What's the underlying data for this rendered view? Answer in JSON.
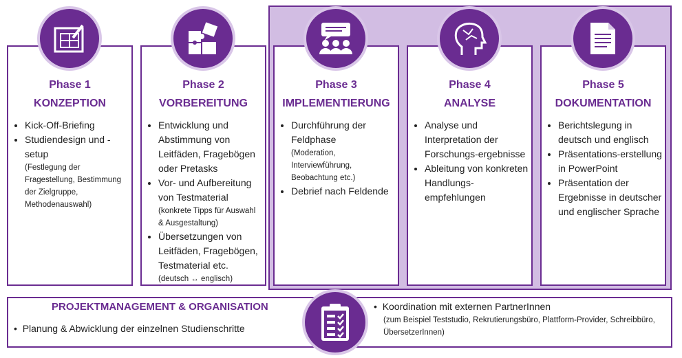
{
  "phases": [
    {
      "phase": "Phase 1",
      "name": "KONZEPTION",
      "icon": "blueprint-icon",
      "items": [
        {
          "text": "Kick-Off-Briefing"
        },
        {
          "text": "Studiendesign und -setup",
          "note": "(Festlegung der Fragestellung, Bestimmung der Zielgruppe, Methodenauswahl)"
        }
      ]
    },
    {
      "phase": "Phase 2",
      "name": "VORBEREITUNG",
      "icon": "puzzle-icon",
      "items": [
        {
          "text": "Entwicklung und Abstimmung von Leitfäden, Fragebögen oder Pretasks"
        },
        {
          "text": "Vor- und Aufbereitung von Testmaterial",
          "note": "(konkrete Tipps für Auswahl & Ausgestaltung)"
        },
        {
          "text": "Übersetzungen von Leitfäden, Fragebögen, Testmaterial etc.",
          "note": "(deutsch ↔ englisch)"
        }
      ]
    },
    {
      "phase": "Phase 3",
      "name": "IMPLEMENTIERUNG",
      "icon": "group-discussion-icon",
      "items": [
        {
          "text": "Durchführung der Feldphase",
          "note": "(Moderation, Interviewführung, Beobachtung etc.)"
        },
        {
          "text": "Debrief nach Feldende"
        }
      ]
    },
    {
      "phase": "Phase 4",
      "name": "ANALYSE",
      "icon": "brain-head-icon",
      "items": [
        {
          "text": "Analyse und Interpretation der Forschungs-ergebnisse"
        },
        {
          "text": "Ableitung von konkreten Handlungs-empfehlungen"
        }
      ]
    },
    {
      "phase": "Phase 5",
      "name": "DOKUMENTATION",
      "icon": "document-icon",
      "items": [
        {
          "text": "Berichtslegung in deutsch und englisch"
        },
        {
          "text": "Präsentations-erstellung in PowerPoint"
        },
        {
          "text": "Präsentation der Ergebnisse in deutscher und englischer Sprache"
        }
      ]
    }
  ],
  "pm": {
    "title": "PROJEKTMANAGEMENT & ORGANISATION",
    "item1": "Planung & Abwicklung der einzelnen Studienschritte",
    "item2": "Koordination mit externen PartnerInnen",
    "item2_note": "(zum Beispiel Teststudio, Rekrutierungsbüro, Plattform-Provider, Schreibbüro, ÜbersetzerInnen)",
    "icon": "clipboard-checklist-icon"
  },
  "colors": {
    "purple": "#6a2c91",
    "highlight": "#d2bde3"
  }
}
